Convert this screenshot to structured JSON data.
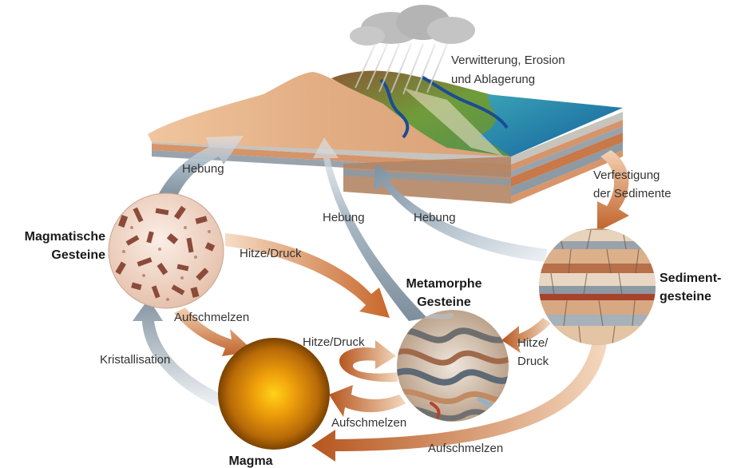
{
  "labels": {
    "weathering_line1": "Verwitterung, Erosion",
    "weathering_line2": "und Ablagerung",
    "consolidation_line1": "Verfestigung",
    "consolidation_line2": "der Sedimente",
    "uplift_left": "Hebung",
    "uplift_middle": "Hebung",
    "uplift_right": "Hebung",
    "heat_pressure_top": "Hitze/Druck",
    "heat_pressure_middle": "Hitze/Druck",
    "heat_pressure_right_line1": "Hitze/",
    "heat_pressure_right_line2": "Druck",
    "melting_left": "Aufschmelzen",
    "melting_middle": "Aufschmelzen",
    "melting_bottom": "Aufschmelzen",
    "crystallization": "Kristallisation"
  },
  "nodes": {
    "igneous_line1": "Magmatische",
    "igneous_line2": "Gesteine",
    "metamorphic_line1": "Metamorphe",
    "metamorphic_line2": "Gesteine",
    "sedimentary_line1": "Sediment-",
    "sedimentary_line2": "gesteine",
    "magma": "Magma"
  },
  "colors": {
    "uplift_arrow": "#9fb0be",
    "process_arrow": "#d9955c",
    "magma_core": "#f5b800",
    "magma_edge": "#8a4d00",
    "sea": "#1f86b8",
    "land": "#e7b48a",
    "vegetation": "#6f9c3a"
  }
}
